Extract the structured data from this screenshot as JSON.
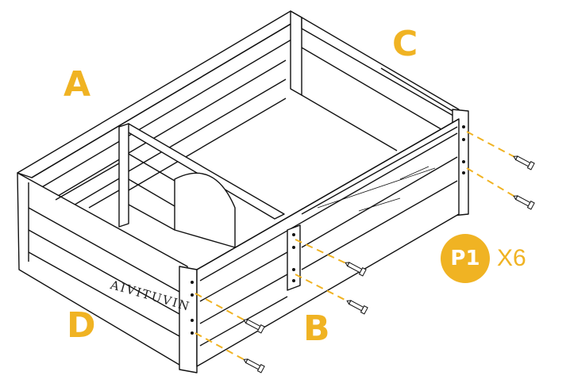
{
  "labels": {
    "a": "A",
    "b": "B",
    "c": "C",
    "d": "D"
  },
  "brand_text": "AIVITUVIN",
  "badge": {
    "part": "P1",
    "quantity": "X6"
  },
  "colors": {
    "accent": "#F0B323",
    "line": "#111111"
  },
  "icons": {
    "screw": "screw-icon"
  }
}
